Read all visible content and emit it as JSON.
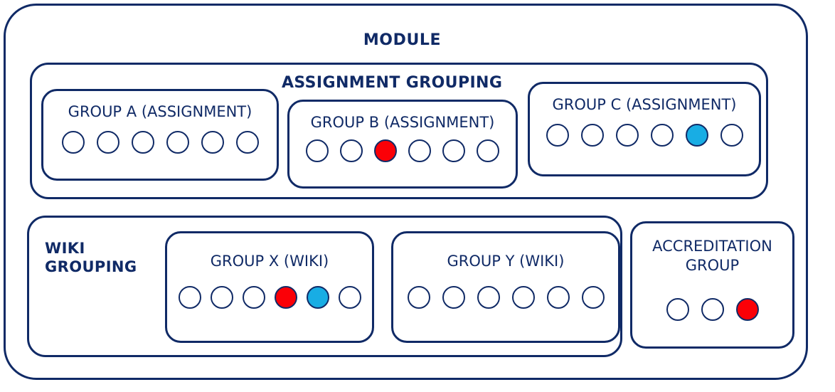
{
  "colors": {
    "outline": "#102a66",
    "text": "#102a66",
    "member_default": "#ffffff",
    "member_red": "#fb0007",
    "member_blue": "#18ade4"
  },
  "module": {
    "title": "MODULE"
  },
  "assignment_grouping": {
    "title": "ASSIGNMENT GROUPING",
    "groups": [
      {
        "id": "group-a",
        "title": "GROUP A (ASSIGNMENT)",
        "member_count": 6,
        "members": [
          "default",
          "default",
          "default",
          "default",
          "default",
          "default"
        ]
      },
      {
        "id": "group-b",
        "title": "GROUP B (ASSIGNMENT)",
        "member_count": 6,
        "members": [
          "default",
          "default",
          "red",
          "default",
          "default",
          "default"
        ]
      },
      {
        "id": "group-c",
        "title": "GROUP C (ASSIGNMENT)",
        "member_count": 6,
        "members": [
          "default",
          "default",
          "default",
          "default",
          "blue",
          "default"
        ]
      }
    ]
  },
  "wiki_grouping": {
    "title_line1": "WIKI",
    "title_line2": "GROUPING",
    "groups": [
      {
        "id": "group-x",
        "title": "GROUP X (WIKI)",
        "member_count": 6,
        "members": [
          "default",
          "default",
          "default",
          "red",
          "blue",
          "default"
        ]
      },
      {
        "id": "group-y",
        "title": "GROUP Y (WIKI)",
        "member_count": 6,
        "members": [
          "default",
          "default",
          "default",
          "default",
          "default",
          "default"
        ]
      }
    ]
  },
  "accreditation_group": {
    "id": "accreditation-group",
    "title": "ACCREDITATION\nGROUP",
    "member_count": 3,
    "members": [
      "default",
      "default",
      "red"
    ]
  }
}
